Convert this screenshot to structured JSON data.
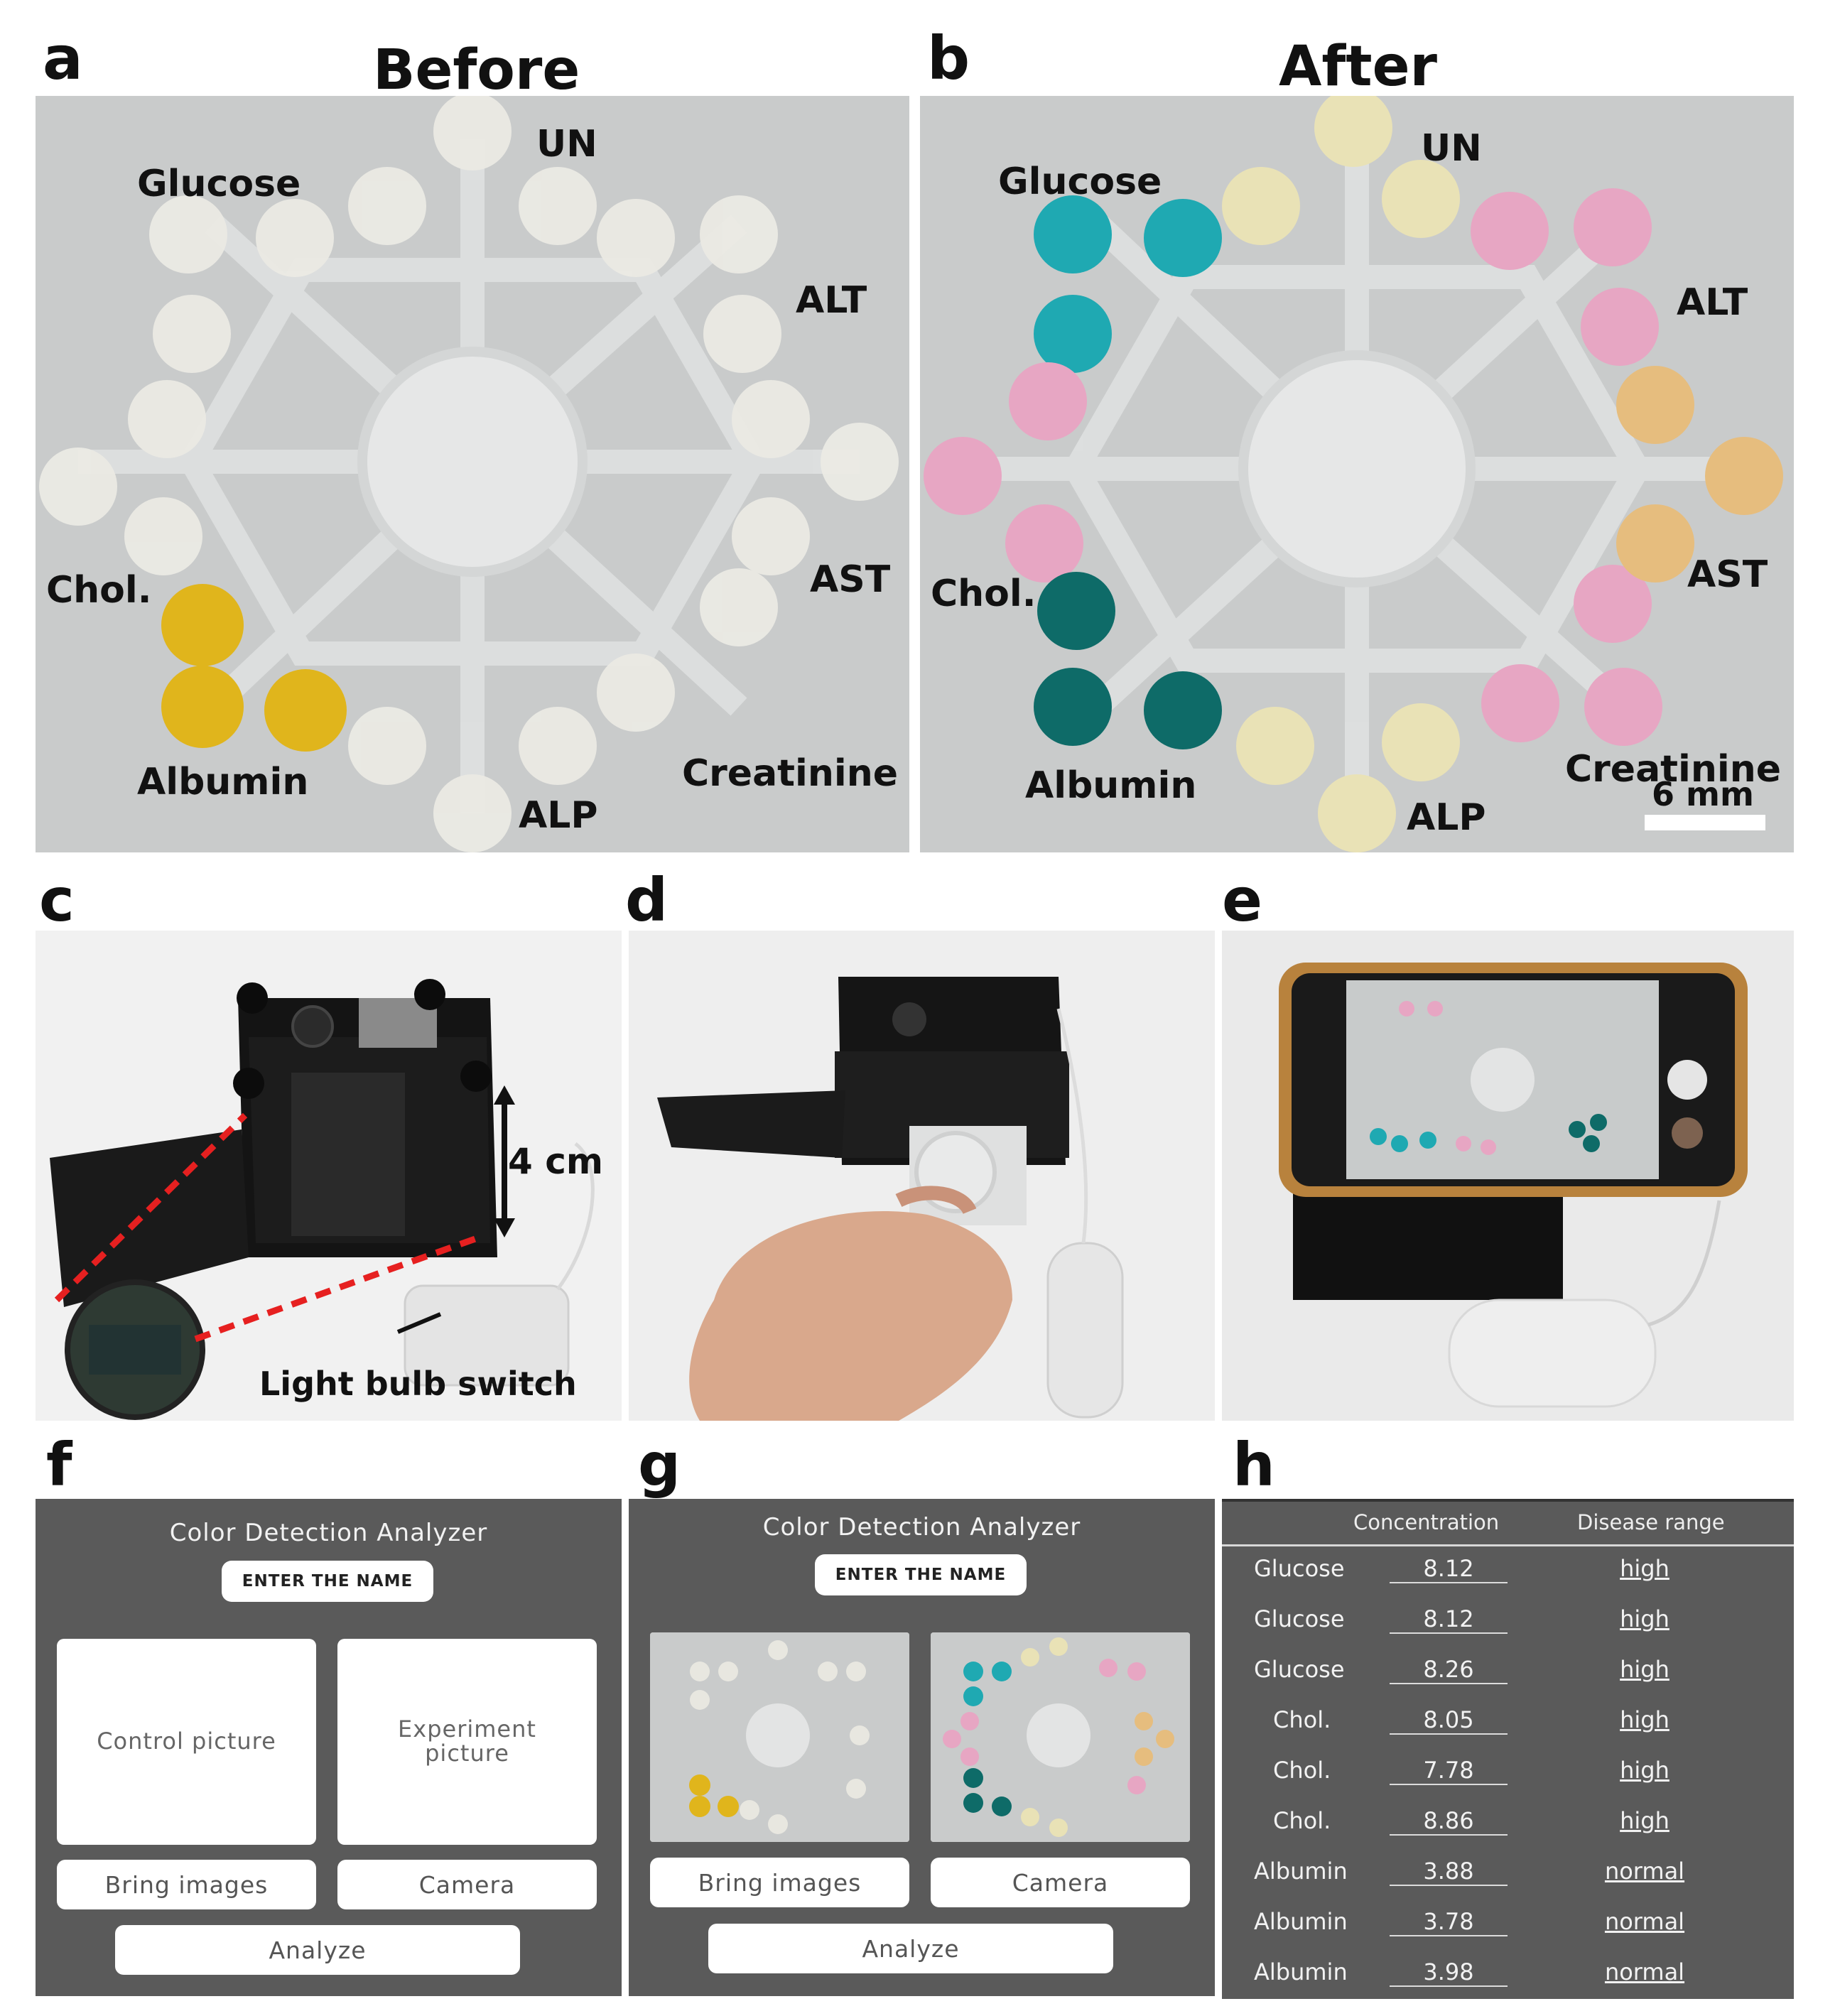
{
  "panels": {
    "a": {
      "letter": "a",
      "title": "Before"
    },
    "b": {
      "letter": "b",
      "title": "After"
    },
    "c": {
      "letter": "c"
    },
    "d": {
      "letter": "d"
    },
    "e": {
      "letter": "e"
    },
    "f": {
      "letter": "f"
    },
    "g": {
      "letter": "g"
    },
    "h": {
      "letter": "h"
    }
  },
  "chip_labels": {
    "glucose": "Glucose",
    "un": "UN",
    "alt": "ALT",
    "chol": "Chol.",
    "ast": "AST",
    "albumin": "Albumin",
    "alp": "ALP",
    "creatinine": "Creatinine"
  },
  "scale_bar": "6 mm",
  "device": {
    "dimension": "4 cm",
    "switch_label": "Light bulb switch"
  },
  "app": {
    "title": "Color Detection Analyzer",
    "name_button": "ENTER THE NAME",
    "control_picture": "Control picture",
    "experiment_picture": "Experiment picture",
    "bring_images": "Bring images",
    "camera": "Camera",
    "analyze": "Analyze"
  },
  "results": {
    "col_concentration": "Concentration",
    "col_disease": "Disease range",
    "rows": [
      {
        "analyte": "Glucose",
        "value": "8.12",
        "range": "high"
      },
      {
        "analyte": "Glucose",
        "value": "8.12",
        "range": "high"
      },
      {
        "analyte": "Glucose",
        "value": "8.26",
        "range": "high"
      },
      {
        "analyte": "Chol.",
        "value": "8.05",
        "range": "high"
      },
      {
        "analyte": "Chol.",
        "value": "7.78",
        "range": "high"
      },
      {
        "analyte": "Chol.",
        "value": "8.86",
        "range": "high"
      },
      {
        "analyte": "Albumin",
        "value": "3.88",
        "range": "normal"
      },
      {
        "analyte": "Albumin",
        "value": "3.78",
        "range": "normal"
      },
      {
        "analyte": "Albumin",
        "value": "3.98",
        "range": "normal"
      }
    ]
  },
  "colors": {
    "glucose_after": "#1fa9b2",
    "chol_after": "#0e6b68",
    "albumin_after": "#0f625e",
    "albumin_before": "#e0b51c",
    "pink": "#e7a6c3",
    "cream": "#e9e2b6",
    "orange": "#e6bd7e",
    "app_bg": "#5a5a5a"
  }
}
